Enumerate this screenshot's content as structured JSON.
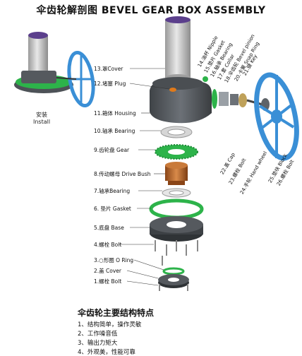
{
  "title": "伞齿轮解剖图  BEVEL GEAR BOX ASSEMBLY",
  "install_label_cn": "安装",
  "install_label_en": "Install",
  "parts_left": [
    "13.罩Cover",
    "12.堵塞 Plug",
    "11.箱体 Housing",
    "10.轴承 Bearing",
    "9.齿轮盘 Gear",
    "8.传动螺母 Drive Bush",
    "7.轴承Bearing",
    "6. 垫片 Gasket",
    "5.底盘 Base",
    "4.螺栓 Bolt",
    "3.○形圈 O Ring",
    "2.盖 Cover",
    "1.螺栓 Bolt"
  ],
  "parts_right": [
    "14.油杯 Nipple",
    "15.垫片 Gasket",
    "16.轴承 Bearing",
    "17.套 Collar",
    "18.伞齿轮 Bevel pinion",
    "20.卡簧 Snap Ring",
    "21.键 Key",
    "22.盖 Cap",
    "23.螺栓 Bolt",
    "24.手轮 Hand wheel",
    "25.垫块 Block",
    "26.螺栓 Bolt"
  ],
  "features_title": "伞齿轮主要结构特点",
  "features": [
    "1、结构简单，操作灵敏",
    "2、工作噪音低",
    "3、输出力矩大",
    "4、外观美，性能可靠"
  ],
  "colors": {
    "blue_wheel": "#3a8fd6",
    "green_gasket": "#2db34a",
    "gray_cylinder": "#c9c9c9",
    "purple_cap": "#5b3f8c",
    "housing": "#5e6368",
    "bush": "#b5652a"
  }
}
